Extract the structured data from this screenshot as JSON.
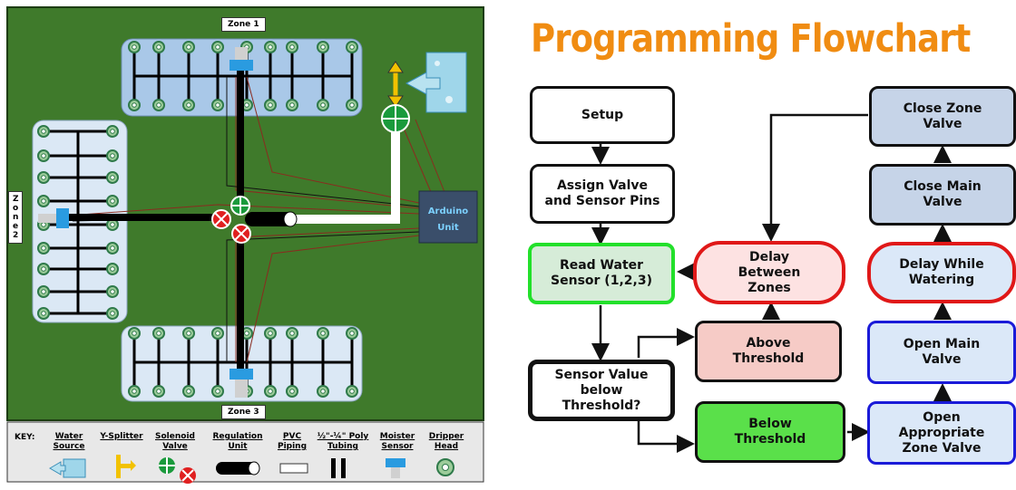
{
  "diagram": {
    "zones": {
      "zone1": "Zone 1",
      "zone2": "Z\no\nn\ne\n2",
      "zone3": "Zone 3"
    },
    "arduino": {
      "line1": "Arduino",
      "line2": "Unit"
    },
    "key": {
      "heading": "KEY:",
      "items": [
        {
          "label": "Water\nSource",
          "icon": "water-source-icon"
        },
        {
          "label": "Y-Splitter",
          "icon": "y-splitter-icon"
        },
        {
          "label": "Solenoid\nValve",
          "icon": "solenoid-valve-icon"
        },
        {
          "label": "Regulation\nUnit",
          "icon": "regulation-unit-icon"
        },
        {
          "label": "PVC\nPiping",
          "icon": "pvc-piping-icon"
        },
        {
          "label": "½\"-¼\" Poly\nTubing",
          "icon": "poly-tubing-icon"
        },
        {
          "label": "Moister\nSensor",
          "icon": "moisture-sensor-icon"
        },
        {
          "label": "Dripper\nHead",
          "icon": "dripper-head-icon"
        }
      ]
    },
    "colors": {
      "grass": "#3f7a2b",
      "zone_blue": "#a9c8e8",
      "zone_light": "#dbe8f5",
      "arduino": "#3a4e6a",
      "valve_green": "#1a9a3c",
      "valve_red": "#e02020"
    }
  },
  "flowchart": {
    "title": "Programming Flowchart",
    "boxes": {
      "setup": "Setup",
      "assign": "Assign Valve\nand Sensor Pins",
      "read": "Read Water\nSensor (1,2,3)",
      "sensor_below": "Sensor Value\nbelow\nThreshold?",
      "delay_zones": "Delay\nBetween\nZones",
      "above": "Above\nThreshold",
      "below": "Below\nThreshold",
      "close_zone": "Close Zone\nValve",
      "close_main": "Close Main\nValve",
      "delay_watering": "Delay While\nWatering",
      "open_main": "Open Main\nValve",
      "open_zone": "Open\nAppropriate\nZone Valve"
    },
    "colors": {
      "title": "#f08c12",
      "green_border": "#22e02a",
      "green_fill": "#d6ecd8",
      "bright_green": "#5ae04a",
      "red_border": "#e01818",
      "pink_fill": "#fde2e2",
      "salmon_fill": "#f6cbc6",
      "blue_border": "#1a1ad8",
      "blue_fill": "#dbe8f8",
      "slate_fill": "#c6d4e8"
    }
  }
}
